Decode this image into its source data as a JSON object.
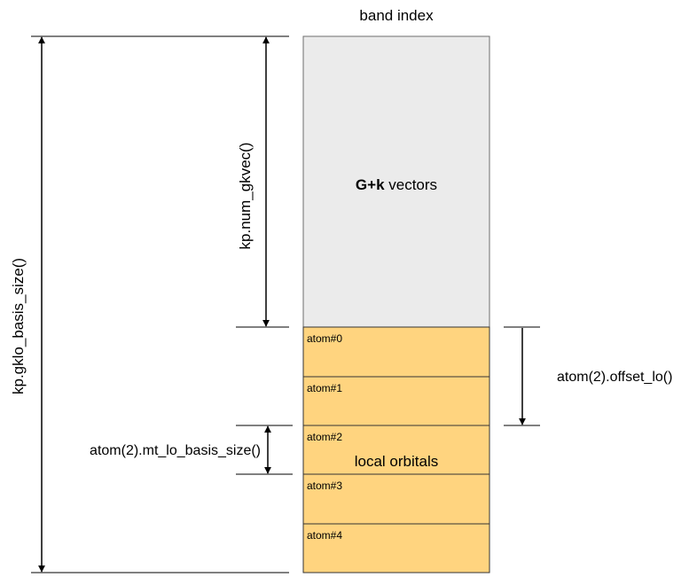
{
  "title": "band index",
  "gk_block": {
    "label_bold": "G+k",
    "label_rest": " vectors",
    "fill": "#ebebeb",
    "stroke": "#6d6d6d"
  },
  "lo_block": {
    "label": "local orbitals",
    "fill": "#ffd47f",
    "stroke": "#333333"
  },
  "atoms": [
    "atom#0",
    "atom#1",
    "atom#2",
    "atom#3",
    "atom#4"
  ],
  "dims": {
    "total": "kp.gklo_basis_size()",
    "gkvec": "kp.num_gkvec()",
    "offset_lo": "atom(2).offset_lo()",
    "mt_lo": "atom(2).mt_lo_basis_size()"
  }
}
